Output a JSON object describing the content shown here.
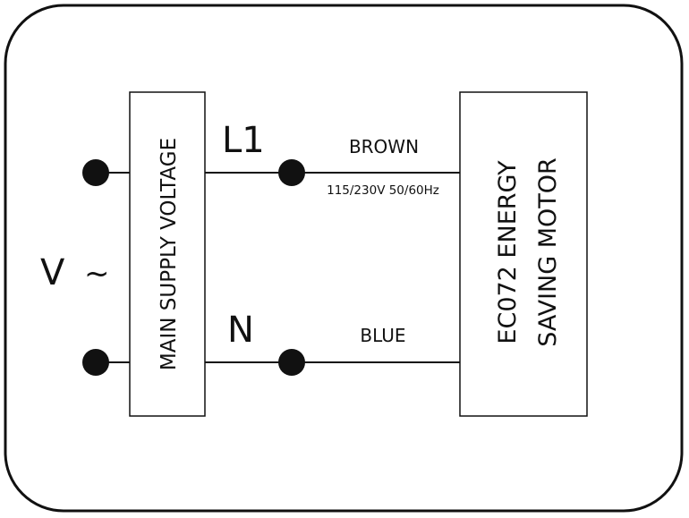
{
  "source": {
    "symbol": "V",
    "ac_symbol": "~",
    "box_label": "MAIN SUPPLY VOLTAGE"
  },
  "lines": {
    "live": {
      "label": "L1",
      "wire_color": "BROWN",
      "rating": "115/230V 50/60Hz"
    },
    "neutral": {
      "label": "N",
      "wire_color": "BLUE"
    }
  },
  "motor": {
    "label_line1": "EC072 ENERGY",
    "label_line2": "SAVING MOTOR"
  },
  "colors": {
    "stroke": "#111111",
    "background": "#ffffff"
  }
}
